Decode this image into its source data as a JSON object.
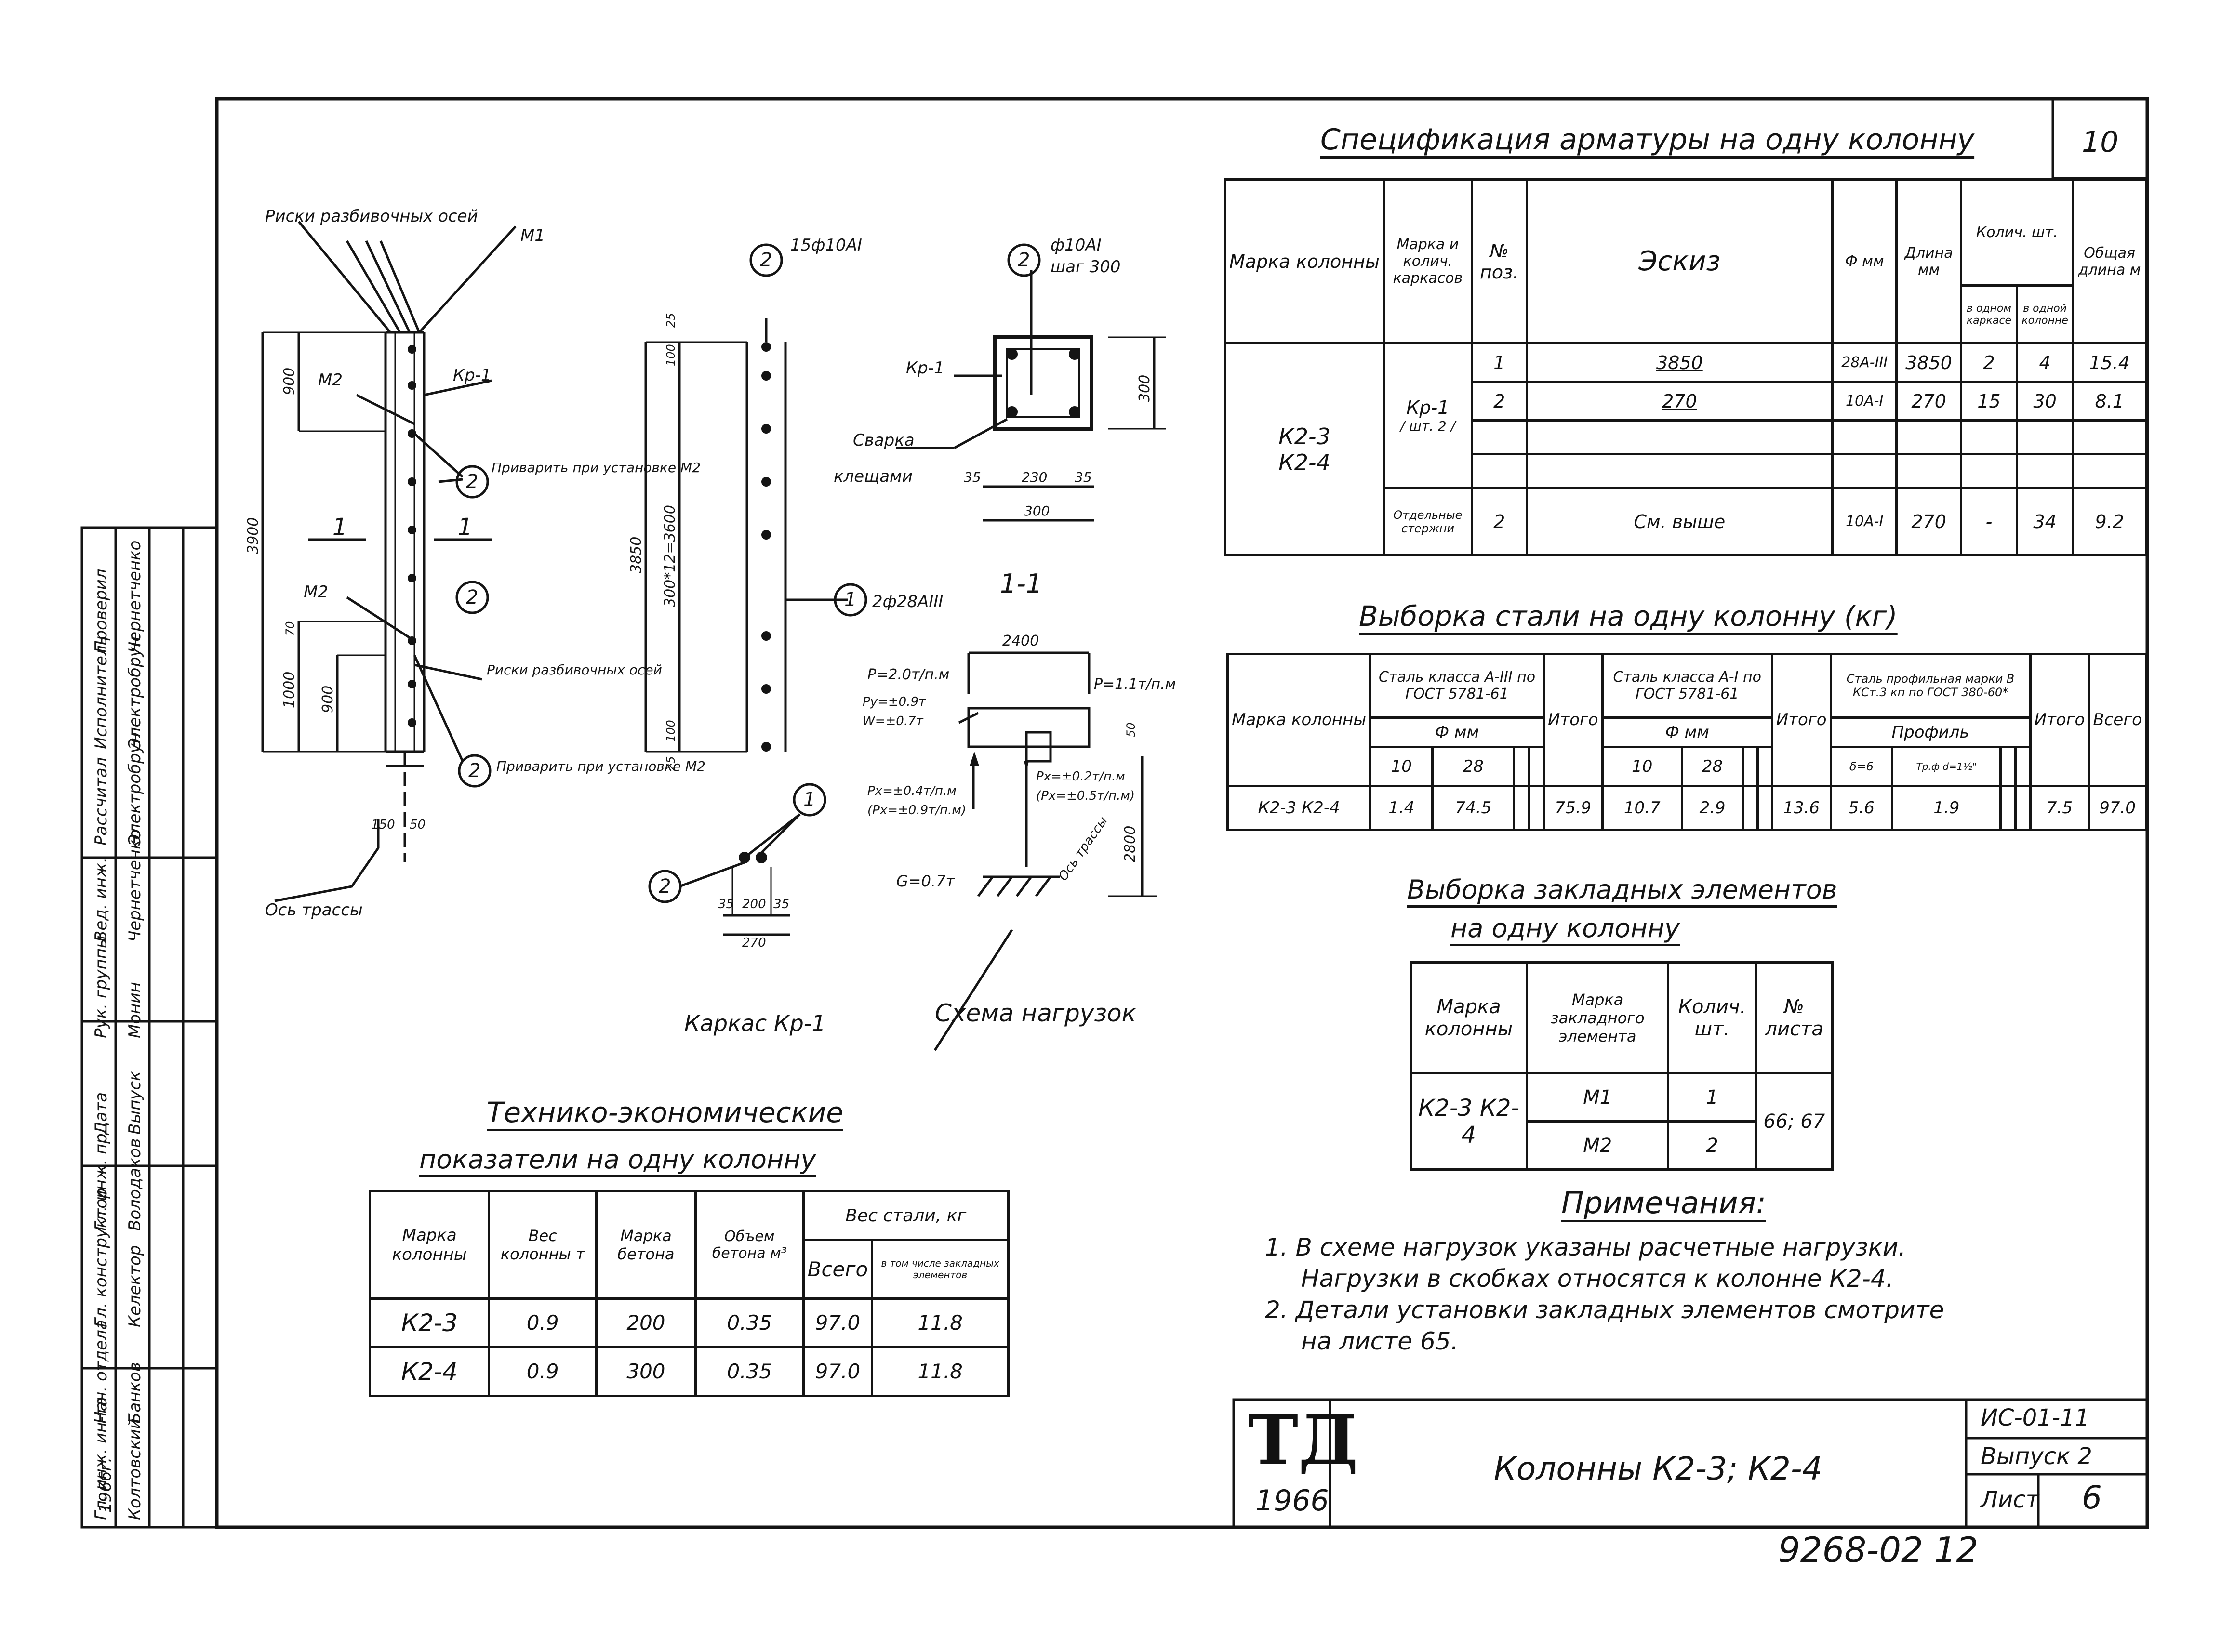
{
  "sheet": {
    "page_no": "10",
    "doc_code": "ИС-01-11",
    "issue": "Выпуск 2",
    "sheet_label": "Лист",
    "sheet_no": "6",
    "inventory": "9268-02 12",
    "drawing_title": "Колонны К2-3; К2-4",
    "logo": "ТД",
    "year": "1966"
  },
  "spec": {
    "title": "Спецификация арматуры на одну колонну",
    "headers": {
      "mark": "Марка колонны",
      "cage": "Марка и колич. каркасов",
      "pos": "№ поз.",
      "sketch": "Эскиз",
      "dia": "Ф мм",
      "len": "Длина мм",
      "qty": "Колич. шт.",
      "qty_one": "в одном каркасе",
      "qty_col": "в одной колонне",
      "total": "Общая длина м"
    },
    "mark_1": "К2-3",
    "mark_2": "К2-4",
    "cage": "Кр-1",
    "cage_count": "/ шт. 2 /",
    "sep_bars": "Отдельные стержни",
    "rows": [
      {
        "pos": "1",
        "sketch": "3850",
        "dia": "28А-III",
        "len": "3850",
        "q1": "2",
        "q2": "4",
        "total": "15.4"
      },
      {
        "pos": "2",
        "sketch": "270",
        "dia": "10А-I",
        "len": "270",
        "q1": "15",
        "q2": "30",
        "total": "8.1"
      },
      {
        "pos": "2",
        "sketch": "См. выше",
        "dia": "10А-I",
        "len": "270",
        "q1": "-",
        "q2": "34",
        "total": "9.2"
      }
    ]
  },
  "steel": {
    "title": "Выборка стали на одну колонну (кг)",
    "h_mark": "Марка колонны",
    "h_a3": "Сталь класса А-III по ГОСТ 5781-61",
    "h_a1": "Сталь класса А-I по ГОСТ 5781-61",
    "h_prof": "Сталь профильная марки В КСт.3 кп по ГОСТ 380-60*",
    "h_dia": "Ф мм",
    "h_itogo": "Итого",
    "h_profile": "Профиль",
    "h_total": "Всего",
    "d1": "10",
    "d2": "28",
    "d3": "10",
    "d4": "28",
    "p1": "δ=6",
    "p2": "Тр.ф d=1½\"",
    "mark": "К2-3 К2-4",
    "values": [
      "1.4",
      "74.5",
      "75.9",
      "10.7",
      "2.9",
      "13.6",
      "5.6",
      "1.9",
      "7.5",
      "97.0"
    ]
  },
  "embedded": {
    "title": "Выборка закладных элементов",
    "title2": "на одну колонну",
    "h1": "Марка колонны",
    "h2": "Марка закладного элемента",
    "h3": "Колич. шт.",
    "h4": "№ листа",
    "marks": "К2-3 К2-4",
    "rows": [
      {
        "el": "М1",
        "qty": "1"
      },
      {
        "el": "М2",
        "qty": "2"
      }
    ],
    "sheet": "66; 67"
  },
  "notes": {
    "title": "Примечания:",
    "n1a": "1. В схеме нагрузок указаны расчетные нагрузки.",
    "n1b": "Нагрузки в скобках относятся к колонне К2-4.",
    "n2a": "2. Детали установки закладных элементов смотрите",
    "n2b": "на листе 65."
  },
  "tech": {
    "title": "Технико-экономические",
    "title2": "показатели на одну колонну",
    "h_mark": "Марка колонны",
    "h_w": "Вес колонны т",
    "h_conc": "Марка бетона",
    "h_vol": "Объем бетона м³",
    "h_steel": "Вес стали, кг",
    "h_all": "Всего",
    "h_emb": "в том числе закладных элементов",
    "rows": [
      {
        "mark": "К2-3",
        "w": "0.9",
        "c": "200",
        "v": "0.35",
        "s": "97.0",
        "e": "11.8"
      },
      {
        "mark": "К2-4",
        "w": "0.9",
        "c": "300",
        "v": "0.35",
        "s": "97.0",
        "e": "11.8"
      }
    ]
  },
  "stamp": {
    "rows": [
      [
        "Гл. инж. ин-та",
        "Колтовский"
      ],
      [
        "Нач. отдела",
        "Банков"
      ],
      [
        "Гл. конструктор",
        "Келектор"
      ],
      [
        "Гл. инж. пр.",
        "Володаков"
      ],
      [
        "Дата",
        "Выпуск"
      ],
      [
        "Рук. группы",
        "Монин"
      ],
      [
        "Вед. инж.",
        "Чернетченко"
      ],
      [
        "Рассчитал",
        "Электробрун"
      ],
      [
        "Исполнитель",
        "Электробрун"
      ],
      [
        "Проверил",
        "Чернетченко"
      ]
    ],
    "date_year": "1966г."
  },
  "drawing": {
    "left": {
      "risks_axes": "Риски разбивочных осей",
      "m1": "М1",
      "m2a": "М2",
      "m2b": "М2",
      "kr1": "Кр-1",
      "weld_note": "Приварить при установке М2",
      "weld_note2": "Приварить при установке М2",
      "risks2": "Риски разбивочных осей",
      "sec1": "1",
      "sec1b": "1",
      "axis": "Ось трассы",
      "d3900": "3900",
      "d900a": "900",
      "d1000": "1000",
      "d900b": "900",
      "d70": "70",
      "d150": "150",
      "d50": "50",
      "b2": "2",
      "b2b": "2",
      "b2c": "2"
    },
    "cage": {
      "b2": "2",
      "label_15": "15ф10АI",
      "d3850": "3850",
      "d3600": "300*12=3600",
      "d25a": "25",
      "d100a": "100",
      "d100b": "100",
      "d25b": "25",
      "b1": "1",
      "label_2": "2ф28АIII",
      "title": "Каркас Кр-1",
      "b1b": "1",
      "b2b": "2",
      "d35a": "35",
      "d200": "200",
      "d35b": "35",
      "d270": "270"
    },
    "section": {
      "b2": "2",
      "label_a": "ф10АI",
      "label_b": "шаг 300",
      "kr1": "Кр-1",
      "weld": "Сварка",
      "weld2": "клещами",
      "d35a": "35",
      "d230": "230",
      "d35b": "35",
      "d300w": "300",
      "d300h": "300",
      "title": "1-1"
    },
    "load": {
      "d2400": "2400",
      "p1": "P=2.0т/п.м",
      "py": "Py=±0.9т",
      "w": "W=±0.7т",
      "p2": "P=1.1т/п.м",
      "d50": "50",
      "px1": "Px=±0.4т/п.м",
      "px1b": "(Px=±0.9т/п.м)",
      "px2": "Px=±0.2т/п.м",
      "px2b": "(Px=±0.5т/п.м)",
      "g": "G=0.7т",
      "axis": "Ось трассы",
      "d2800": "2800",
      "title": "Схема нагрузок"
    }
  }
}
